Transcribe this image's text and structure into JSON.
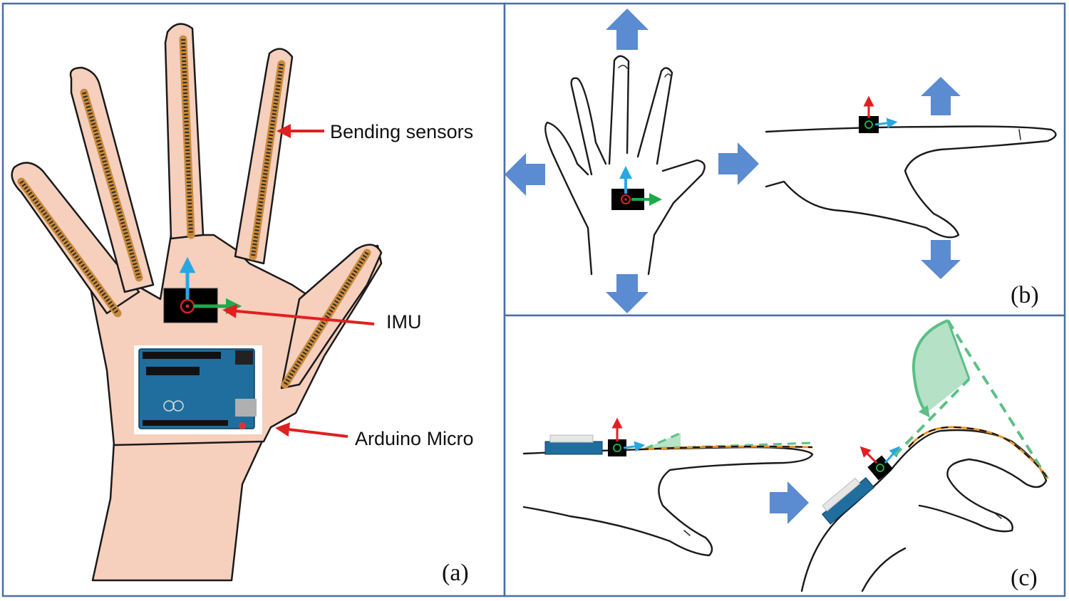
{
  "labels": {
    "bending_sensors": "Bending sensors",
    "imu": "IMU",
    "arduino": "Arduino Micro"
  },
  "panels": {
    "a": "(a)",
    "b": "(b)",
    "c": "(c)"
  },
  "colors": {
    "frame": "#4a6fa8",
    "move_arrow": "#5b8bd0",
    "callout_arrow": "#e02020",
    "axis_up": "#29a7e0",
    "axis_side": "#1faa4a",
    "axis_red": "#e02020",
    "angle_fill": "#7ec8a0",
    "angle_line": "#5cbf86",
    "sensor_line": "#e8962a",
    "skin": "#f6cfbd",
    "board": "#1f6e9e"
  }
}
